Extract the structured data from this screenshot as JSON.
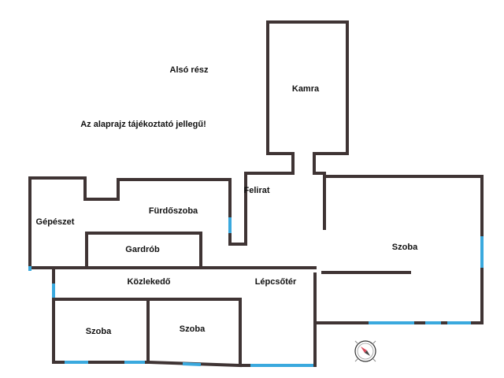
{
  "header": {
    "section_title": "Alsó rész",
    "disclaimer": "Az alaprajz tájékoztató jellegű!"
  },
  "rooms": {
    "kamra": "Kamra",
    "felirat": "Felirat",
    "gepeszet": "Gépészet",
    "furdoszoba": "Fürdőszoba",
    "gardrob": "Gardrób",
    "kozlekedo": "Közlekedő",
    "lepcsoter": "Lépcsőtér",
    "szoba_large": "Szoba",
    "szoba_left": "Szoba",
    "szoba_middle": "Szoba"
  },
  "colors": {
    "wall": "#3f3434",
    "window": "#3aa9de",
    "compass_needle": "#d94a5a"
  },
  "icons": {
    "compass": "compass-icon"
  }
}
